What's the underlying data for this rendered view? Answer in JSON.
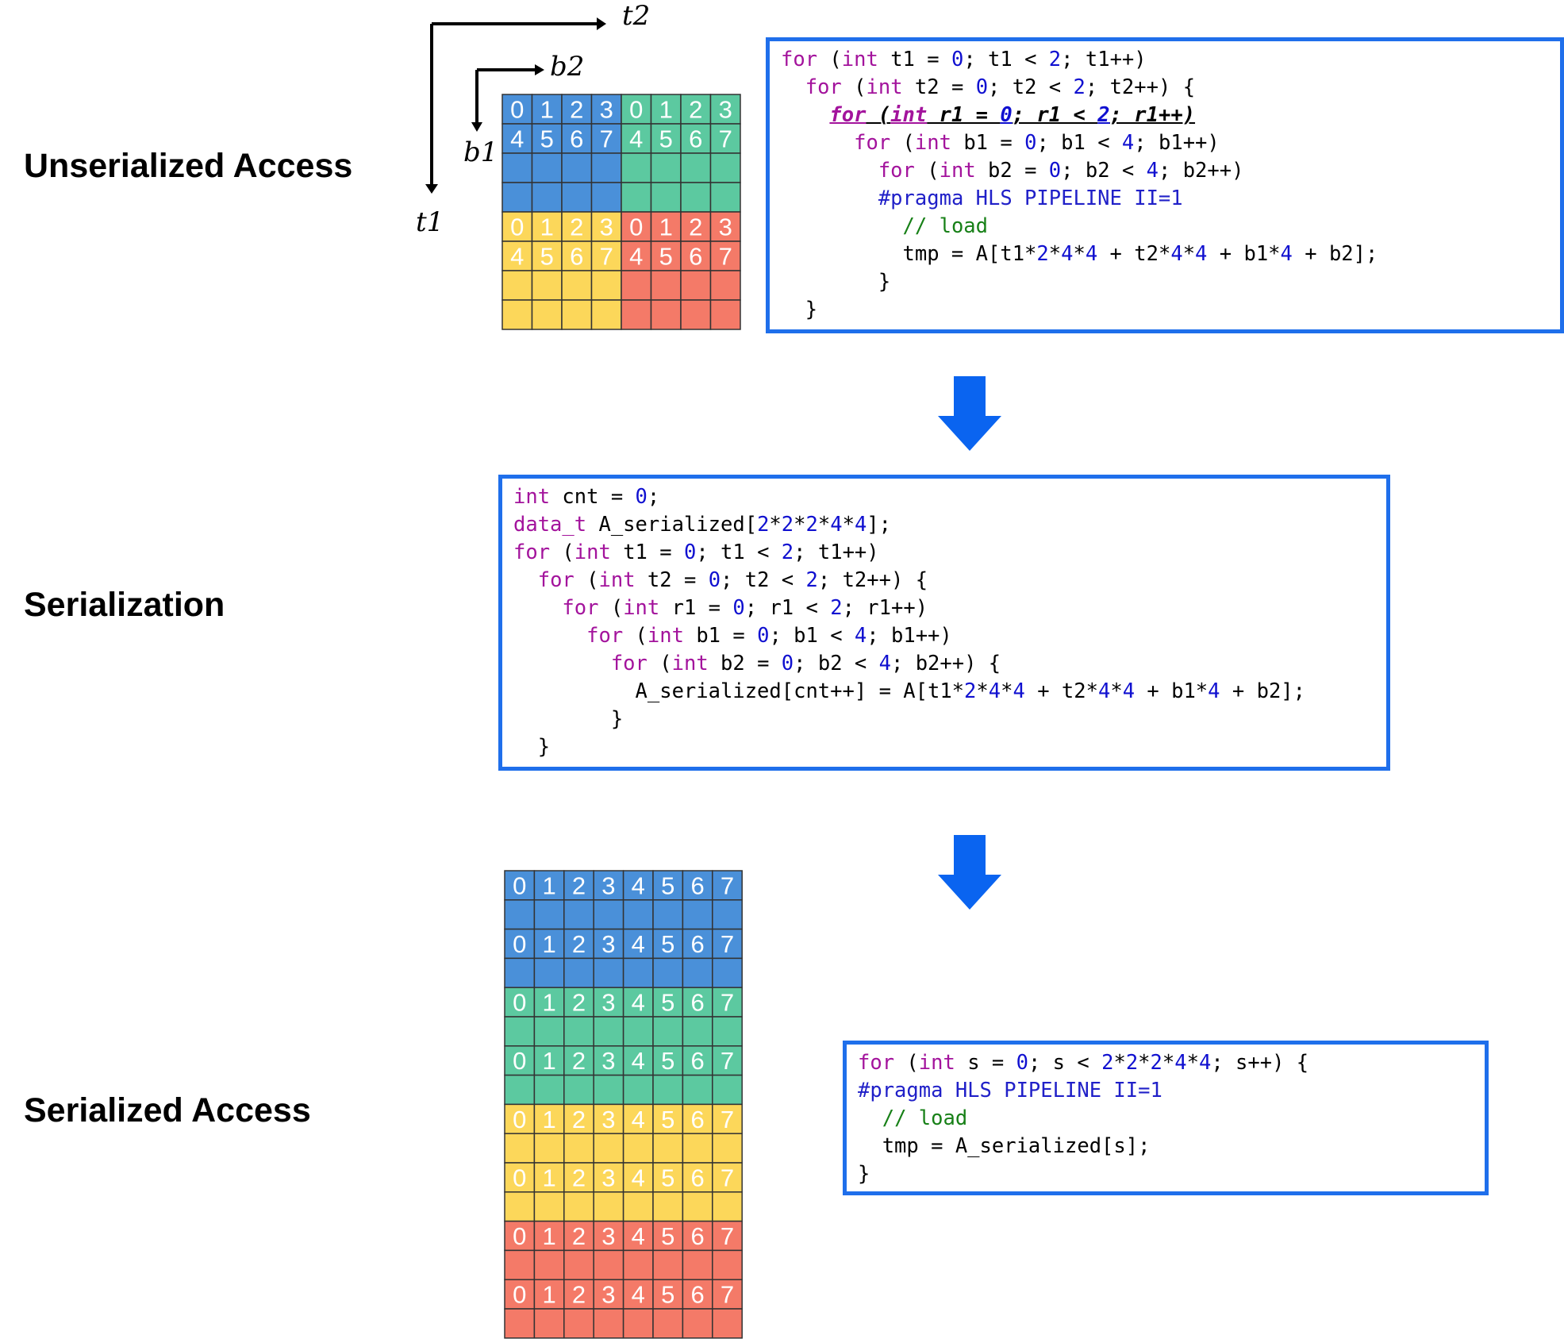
{
  "labels": {
    "unserialized": "Unserialized Access",
    "serialization": "Serialization",
    "serialized": "Serialized Access"
  },
  "axes": {
    "t1": "t1",
    "t2": "t2",
    "b1": "b1",
    "b2": "b2"
  },
  "colors": {
    "blue": "#4a90d9",
    "green": "#5cc9a0",
    "yellow": "#fcd75a",
    "red": "#f47a68",
    "box_border": "#1f6feb",
    "arrow": "#0a64f0",
    "keyword": "#a3139c",
    "number": "#1010d0",
    "comment": "#178017"
  },
  "tile_grid": {
    "quadrants": [
      {
        "color": "blue",
        "rows": [
          [
            "0",
            "1",
            "2",
            "3"
          ],
          [
            "4",
            "5",
            "6",
            "7"
          ],
          [
            "",
            "",
            "",
            ""
          ],
          [
            "",
            "",
            "",
            ""
          ]
        ]
      },
      {
        "color": "green",
        "rows": [
          [
            "0",
            "1",
            "2",
            "3"
          ],
          [
            "4",
            "5",
            "6",
            "7"
          ],
          [
            "",
            "",
            "",
            ""
          ],
          [
            "",
            "",
            "",
            ""
          ]
        ]
      },
      {
        "color": "yellow",
        "rows": [
          [
            "0",
            "1",
            "2",
            "3"
          ],
          [
            "4",
            "5",
            "6",
            "7"
          ],
          [
            "",
            "",
            "",
            ""
          ],
          [
            "",
            "",
            "",
            ""
          ]
        ]
      },
      {
        "color": "red",
        "rows": [
          [
            "0",
            "1",
            "2",
            "3"
          ],
          [
            "4",
            "5",
            "6",
            "7"
          ],
          [
            "",
            "",
            "",
            ""
          ],
          [
            "",
            "",
            "",
            ""
          ]
        ]
      }
    ]
  },
  "serialized_grid": {
    "colors": [
      "blue",
      "blue",
      "blue",
      "blue",
      "green",
      "green",
      "green",
      "green",
      "yellow",
      "yellow",
      "yellow",
      "yellow",
      "red",
      "red",
      "red",
      "red"
    ],
    "labeled_row": [
      "0",
      "1",
      "2",
      "3",
      "4",
      "5",
      "6",
      "7"
    ]
  },
  "code_unserialized": [
    [
      [
        "kw",
        "for"
      ],
      [
        "t",
        " ("
      ],
      [
        "kw",
        "int"
      ],
      [
        "t",
        " t1 = "
      ],
      [
        "num",
        "0"
      ],
      [
        "t",
        "; t1 < "
      ],
      [
        "num",
        "2"
      ],
      [
        "t",
        "; t1++)"
      ]
    ],
    [
      [
        "t",
        "  "
      ],
      [
        "kw",
        "for"
      ],
      [
        "t",
        " ("
      ],
      [
        "kw",
        "int"
      ],
      [
        "t",
        " t2 = "
      ],
      [
        "num",
        "0"
      ],
      [
        "t",
        "; t2 < "
      ],
      [
        "num",
        "2"
      ],
      [
        "t",
        "; t2++) {"
      ]
    ],
    [
      [
        "t",
        "    "
      ],
      [
        "hl-kw",
        "for"
      ],
      [
        "hl",
        " ("
      ],
      [
        "hl-kw",
        "int"
      ],
      [
        "hl",
        " r1 = "
      ],
      [
        "hl-num",
        "0"
      ],
      [
        "hl",
        "; r1 < "
      ],
      [
        "hl-num",
        "2"
      ],
      [
        "hl",
        "; r1++)"
      ]
    ],
    [
      [
        "t",
        "      "
      ],
      [
        "kw",
        "for"
      ],
      [
        "t",
        " ("
      ],
      [
        "kw",
        "int"
      ],
      [
        "t",
        " b1 = "
      ],
      [
        "num",
        "0"
      ],
      [
        "t",
        "; b1 < "
      ],
      [
        "num",
        "4"
      ],
      [
        "t",
        "; b1++)"
      ]
    ],
    [
      [
        "t",
        "        "
      ],
      [
        "kw",
        "for"
      ],
      [
        "t",
        " ("
      ],
      [
        "kw",
        "int"
      ],
      [
        "t",
        " b2 = "
      ],
      [
        "num",
        "0"
      ],
      [
        "t",
        "; b2 < "
      ],
      [
        "num",
        "4"
      ],
      [
        "t",
        "; b2++)"
      ]
    ],
    [
      [
        "t",
        "        "
      ],
      [
        "pp",
        "#pragma HLS PIPELINE II=1"
      ]
    ],
    [
      [
        "t",
        "          "
      ],
      [
        "cm",
        "// load"
      ]
    ],
    [
      [
        "t",
        "          tmp = A[t1*"
      ],
      [
        "num",
        "2"
      ],
      [
        "t",
        "*"
      ],
      [
        "num",
        "4"
      ],
      [
        "t",
        "*"
      ],
      [
        "num",
        "4"
      ],
      [
        "t",
        " + t2*"
      ],
      [
        "num",
        "4"
      ],
      [
        "t",
        "*"
      ],
      [
        "num",
        "4"
      ],
      [
        "t",
        " + b1*"
      ],
      [
        "num",
        "4"
      ],
      [
        "t",
        " + b2];"
      ]
    ],
    [
      [
        "t",
        "        }"
      ]
    ],
    [
      [
        "t",
        "  }"
      ]
    ]
  ],
  "code_serialization": [
    [
      [
        "kw",
        "int"
      ],
      [
        "t",
        " cnt = "
      ],
      [
        "num",
        "0"
      ],
      [
        "t",
        ";"
      ]
    ],
    [
      [
        "kw",
        "data_t"
      ],
      [
        "t",
        " A_serialized["
      ],
      [
        "num",
        "2"
      ],
      [
        "t",
        "*"
      ],
      [
        "num",
        "2"
      ],
      [
        "t",
        "*"
      ],
      [
        "num",
        "2"
      ],
      [
        "t",
        "*"
      ],
      [
        "num",
        "4"
      ],
      [
        "t",
        "*"
      ],
      [
        "num",
        "4"
      ],
      [
        "t",
        "];"
      ]
    ],
    [
      [
        "kw",
        "for"
      ],
      [
        "t",
        " ("
      ],
      [
        "kw",
        "int"
      ],
      [
        "t",
        " t1 = "
      ],
      [
        "num",
        "0"
      ],
      [
        "t",
        "; t1 < "
      ],
      [
        "num",
        "2"
      ],
      [
        "t",
        "; t1++)"
      ]
    ],
    [
      [
        "t",
        "  "
      ],
      [
        "kw",
        "for"
      ],
      [
        "t",
        " ("
      ],
      [
        "kw",
        "int"
      ],
      [
        "t",
        " t2 = "
      ],
      [
        "num",
        "0"
      ],
      [
        "t",
        "; t2 < "
      ],
      [
        "num",
        "2"
      ],
      [
        "t",
        "; t2++) {"
      ]
    ],
    [
      [
        "t",
        "    "
      ],
      [
        "kw",
        "for"
      ],
      [
        "t",
        " ("
      ],
      [
        "kw",
        "int"
      ],
      [
        "t",
        " r1 = "
      ],
      [
        "num",
        "0"
      ],
      [
        "t",
        "; r1 < "
      ],
      [
        "num",
        "2"
      ],
      [
        "t",
        "; r1++)"
      ]
    ],
    [
      [
        "t",
        "      "
      ],
      [
        "kw",
        "for"
      ],
      [
        "t",
        " ("
      ],
      [
        "kw",
        "int"
      ],
      [
        "t",
        " b1 = "
      ],
      [
        "num",
        "0"
      ],
      [
        "t",
        "; b1 < "
      ],
      [
        "num",
        "4"
      ],
      [
        "t",
        "; b1++)"
      ]
    ],
    [
      [
        "t",
        "        "
      ],
      [
        "kw",
        "for"
      ],
      [
        "t",
        " ("
      ],
      [
        "kw",
        "int"
      ],
      [
        "t",
        " b2 = "
      ],
      [
        "num",
        "0"
      ],
      [
        "t",
        "; b2 < "
      ],
      [
        "num",
        "4"
      ],
      [
        "t",
        "; b2++) {"
      ]
    ],
    [
      [
        "t",
        "          A_serialized[cnt++] = A[t1*"
      ],
      [
        "num",
        "2"
      ],
      [
        "t",
        "*"
      ],
      [
        "num",
        "4"
      ],
      [
        "t",
        "*"
      ],
      [
        "num",
        "4"
      ],
      [
        "t",
        " + t2*"
      ],
      [
        "num",
        "4"
      ],
      [
        "t",
        "*"
      ],
      [
        "num",
        "4"
      ],
      [
        "t",
        " + b1*"
      ],
      [
        "num",
        "4"
      ],
      [
        "t",
        " + b2];"
      ]
    ],
    [
      [
        "t",
        "        }"
      ]
    ],
    [
      [
        "t",
        "  }"
      ]
    ]
  ],
  "code_serialized": [
    [
      [
        "kw",
        "for"
      ],
      [
        "t",
        " ("
      ],
      [
        "kw",
        "int"
      ],
      [
        "t",
        " s = "
      ],
      [
        "num",
        "0"
      ],
      [
        "t",
        "; s < "
      ],
      [
        "num",
        "2"
      ],
      [
        "t",
        "*"
      ],
      [
        "num",
        "2"
      ],
      [
        "t",
        "*"
      ],
      [
        "num",
        "2"
      ],
      [
        "t",
        "*"
      ],
      [
        "num",
        "4"
      ],
      [
        "t",
        "*"
      ],
      [
        "num",
        "4"
      ],
      [
        "t",
        "; s++) {"
      ]
    ],
    [
      [
        "pp",
        "#pragma HLS PIPELINE II=1"
      ]
    ],
    [
      [
        "t",
        "  "
      ],
      [
        "cm",
        "// load"
      ]
    ],
    [
      [
        "t",
        "  tmp = A_serialized[s];"
      ]
    ],
    [
      [
        "t",
        "}"
      ]
    ]
  ]
}
